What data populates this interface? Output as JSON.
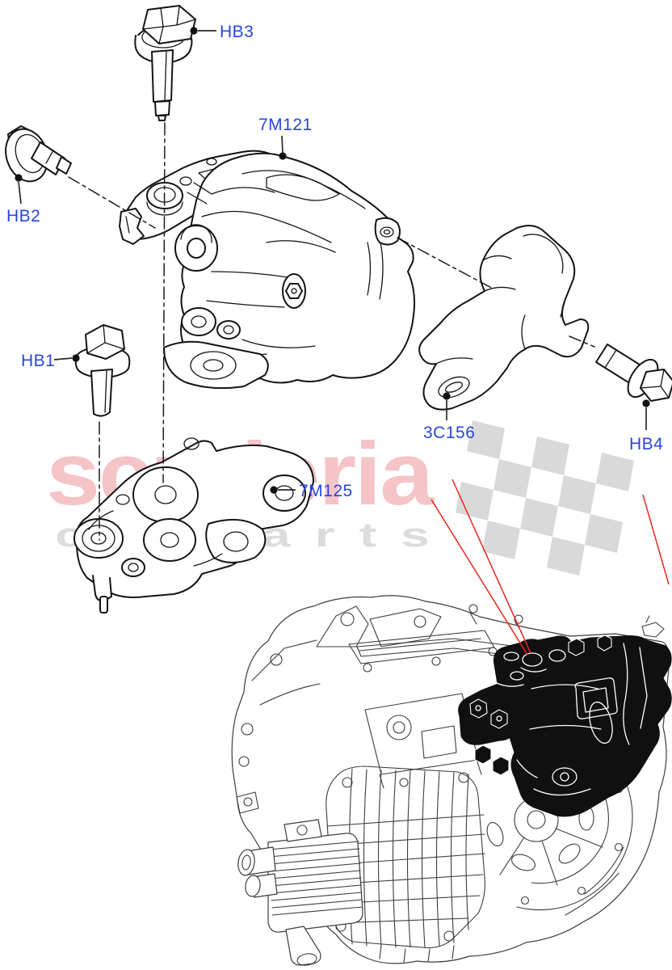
{
  "labels": {
    "hb1": "HB1",
    "hb2": "HB2",
    "hb3": "HB3",
    "hb4": "HB4",
    "part_7m121": "7M121",
    "part_7m125": "7M125",
    "part_3c156": "3C156"
  },
  "watermark": {
    "brand": "scuderia",
    "tagline": "c a r   p a r t s"
  },
  "colors": {
    "label_blue": "#2946df",
    "watermark_pink": "#f5c4c7",
    "watermark_gray": "#dcdcdc",
    "flag_gray": "#d9d9d9",
    "pointer_red": "#e8271f",
    "line_color": "#141414"
  }
}
